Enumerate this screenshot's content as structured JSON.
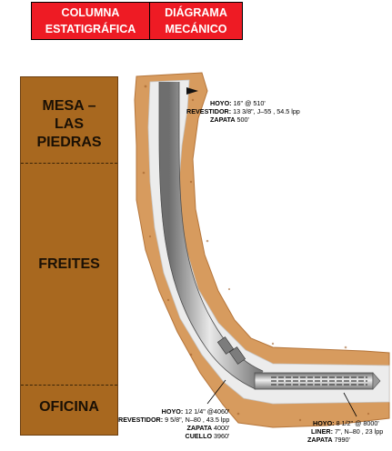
{
  "header": {
    "col1": [
      "COLUMNA",
      "ESTATIGRÁFICA"
    ],
    "col2": [
      "DIÁGRAMA",
      "MECÁNICO"
    ]
  },
  "formations": [
    "MESA – LAS PIEDRAS",
    "FREITES",
    "OFICINA"
  ],
  "annotations": {
    "top": {
      "hole_label": "HOYO:",
      "hole_value": "16\" @ 510'",
      "casing_label": "REVESTIDOR:",
      "casing_value": "13 3/8\", J–55 , 54.5 lpp",
      "shoe_label": "ZAPATA",
      "shoe_value": "500'"
    },
    "middle": {
      "hole_label": "HOYO:",
      "hole_value": "12 1/4\" @4060'",
      "casing_label": "REVESTIDOR:",
      "casing_value": "9 5/8\", N–80 , 43.5 lpp",
      "shoe_label": "ZAPATA",
      "shoe_value": "4000'",
      "collar_label": "CUELLO",
      "collar_value": "3960'"
    },
    "bottom": {
      "hole_label": "HOYO:",
      "hole_value": "8 1/2\" @ 8000'",
      "liner_label": "LINER:",
      "liner_value": "7\", N–80 , 23 lpp",
      "shoe_label": "ZAPATA",
      "shoe_value": "7990'"
    }
  },
  "colors": {
    "header_red": "#ee1b24",
    "formation_brown": "#a8681f",
    "rock_tan": "#d79b5e",
    "cement_white": "#ececec",
    "casing_gray": "#9a9a9a"
  }
}
